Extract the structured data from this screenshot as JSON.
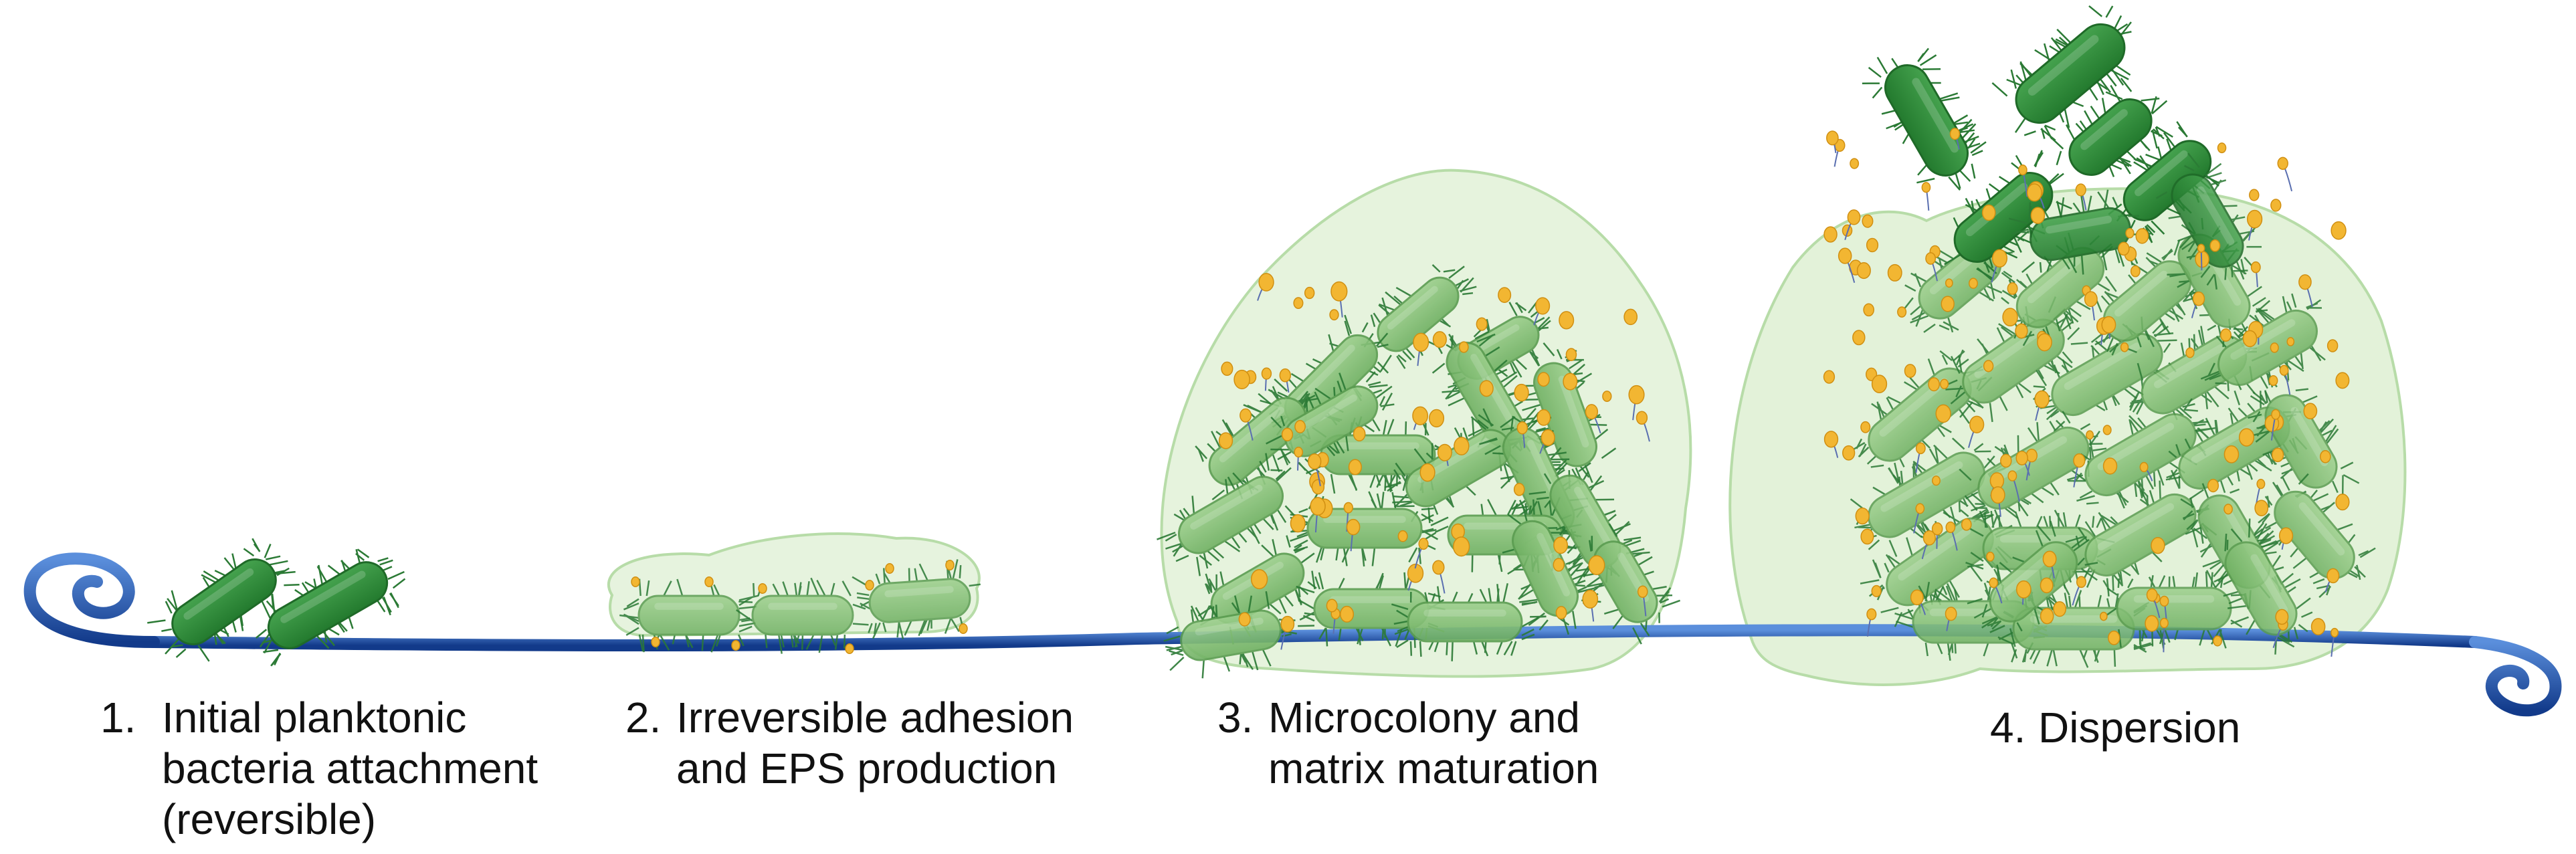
{
  "stages": [
    {
      "number": "1.",
      "lines": [
        "Initial planktonic",
        "bacteria attachment",
        "(reversible)"
      ]
    },
    {
      "number": "2.",
      "lines": [
        "Irreversible adhesion",
        "and EPS production"
      ]
    },
    {
      "number": "3.",
      "lines": [
        "Microcolony and",
        "matrix maturation"
      ]
    },
    {
      "number": "4.",
      "lines": [
        "Dispersion"
      ]
    }
  ],
  "colors": {
    "surface_line": "#1f4fa8",
    "surface_line_light": "#4f86d9",
    "bacterium_dark": "#2e8b3a",
    "bacterium_light": "#7cbf6e",
    "eps_matrix": "#dcefd2",
    "eps_outline": "#a8d49a",
    "eps_dots": "#f2b632",
    "pili": "#2b7a35"
  },
  "icons": [
    "rod-bacterium-icon",
    "eps-granule-icon",
    "matrix-blob-icon",
    "surface-spiral-icon"
  ]
}
